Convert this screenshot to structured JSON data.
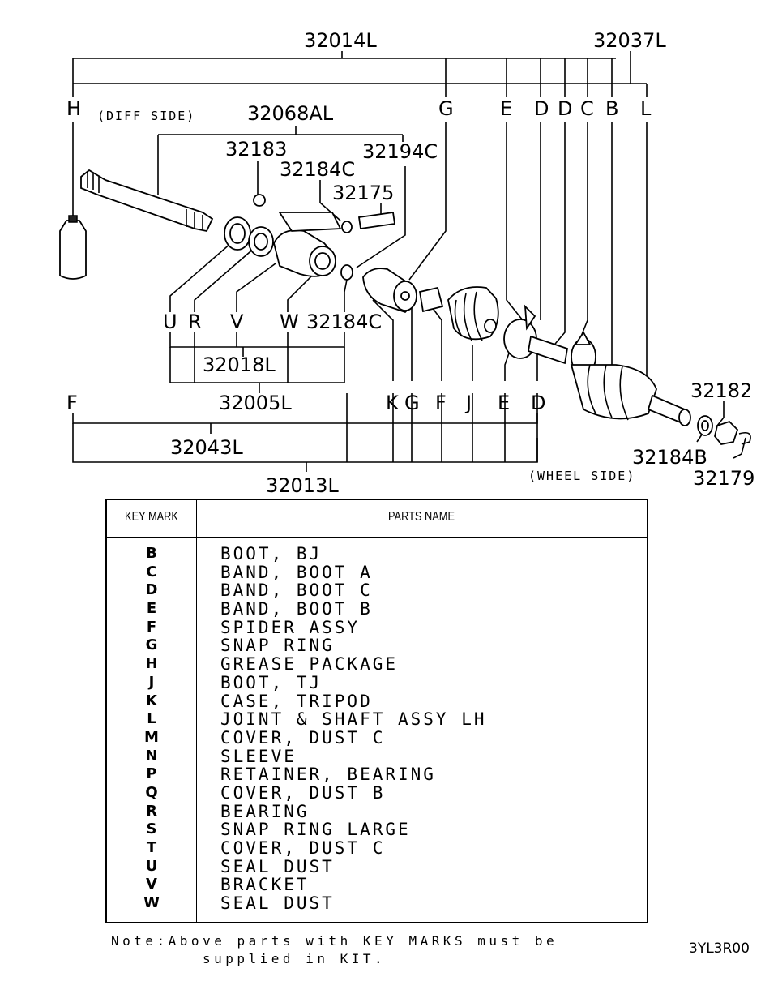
{
  "diagram": {
    "labels": {
      "p32014L": "32014L",
      "p32037L": "32037L",
      "kH": "H",
      "kG_top": "G",
      "kE_top": "E",
      "kD_top1": "D",
      "kD_top2": "D",
      "kC_top": "C",
      "kB_top": "B",
      "kL_top": "L",
      "diff_side": "(DIFF SIDE)",
      "p32068AL": "32068AL",
      "p32183": "32183",
      "p32194C": "32194C",
      "p32184C_top": "32184C",
      "p32175": "32175",
      "kU": "U",
      "kR": "R",
      "kV": "V",
      "kW": "W",
      "p32184C_mid": "32184C",
      "p32018L": "32018L",
      "p32005L": "32005L",
      "kF_left": "F",
      "p32043L": "32043L",
      "p32013L": "32013L",
      "kK": "K",
      "kG_bot": "G",
      "kF_bot": "F",
      "kJ": "J",
      "kE_bot": "E",
      "kD_bot": "D",
      "wheel_side": "(WHEEL SIDE)",
      "p32182": "32182",
      "p32184B": "32184B",
      "p32179": "32179"
    }
  },
  "table": {
    "header_key": "KEY MARK",
    "header_name": "PARTS NAME",
    "rows": [
      {
        "key": "B",
        "name": "BOOT, BJ"
      },
      {
        "key": "C",
        "name": "BAND, BOOT A"
      },
      {
        "key": "D",
        "name": "BAND, BOOT C"
      },
      {
        "key": "E",
        "name": "BAND, BOOT B"
      },
      {
        "key": "F",
        "name": "SPIDER ASSY"
      },
      {
        "key": "G",
        "name": "SNAP RING"
      },
      {
        "key": "H",
        "name": "GREASE PACKAGE"
      },
      {
        "key": "J",
        "name": "BOOT, TJ"
      },
      {
        "key": "K",
        "name": "CASE, TRIPOD"
      },
      {
        "key": "L",
        "name": "JOINT & SHAFT ASSY LH"
      },
      {
        "key": "M",
        "name": "COVER, DUST C"
      },
      {
        "key": "N",
        "name": "SLEEVE"
      },
      {
        "key": "P",
        "name": "RETAINER, BEARING"
      },
      {
        "key": "Q",
        "name": "COVER, DUST B"
      },
      {
        "key": "R",
        "name": "BEARING"
      },
      {
        "key": "S",
        "name": "SNAP RING LARGE"
      },
      {
        "key": "T",
        "name": "COVER, DUST C"
      },
      {
        "key": "U",
        "name": "SEAL DUST"
      },
      {
        "key": "V",
        "name": "BRACKET"
      },
      {
        "key": "W",
        "name": "SEAL DUST"
      }
    ]
  },
  "note": {
    "line1": "Note:Above parts with KEY MARKS must be",
    "line2": "supplied in KIT."
  },
  "code": "3YL3R00"
}
